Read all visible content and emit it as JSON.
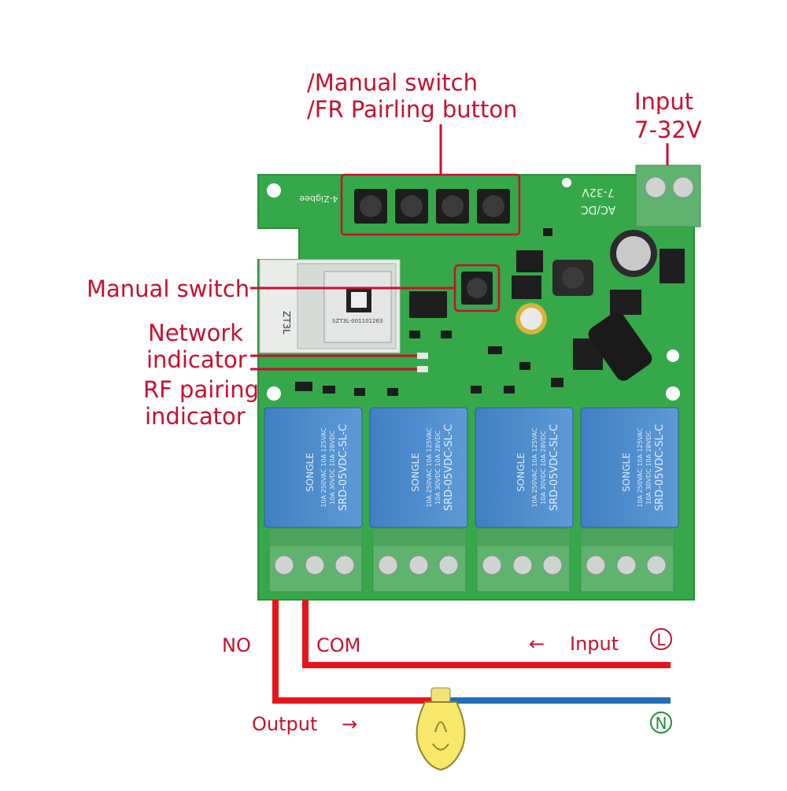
{
  "labels": {
    "top_callout_line1": "/Manual switch",
    "top_callout_line2": "/FR Pairling button",
    "input_line1": "Input",
    "input_line2": "7-32V",
    "manual_switch": "Manual switch",
    "network_line1": "Network",
    "network_line2": "indicator",
    "rf_line1": "RF pairing",
    "rf_line2": "indicator"
  },
  "wiring": {
    "no_label": "NO",
    "com_label": "COM",
    "input_label": "Input",
    "output_label": "Output",
    "live_symbol": "L",
    "neutral_symbol": "N",
    "arrow_left": "←",
    "arrow_right": "→"
  },
  "board": {
    "silk_model": "4-Zigbee",
    "silk_voltage_line1": "7-32V",
    "silk_voltage_line2": "AC/DC",
    "module_id": "ZT3L",
    "module_serial": "SZT3L-001101263",
    "relay_brand": "SONGLE",
    "relay_rating_line1": "10A 250VAC 10A 125VAC",
    "relay_rating_line2": "10A 30VDC 10A 28VDC",
    "relay_model": "SRD-05VDC-SL-C"
  },
  "colors": {
    "board_green": "#35a84a",
    "relay_blue": "#4f8fd0",
    "terminal_green": "#5fb36e",
    "callout_red": "#c8102e",
    "live_wire": "#e8141c",
    "neutral_wire": "#1f6fb5",
    "bulb_yellow": "#f7e86a"
  }
}
